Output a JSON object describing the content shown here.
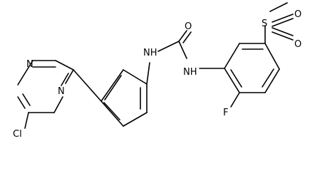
{
  "molecule": {
    "atom_labels": {
      "n_ring_top": "N",
      "n_ring_bottom": "N",
      "cl": "Cl",
      "nh_left": "NH",
      "o_carbonyl": "O",
      "nh_right": "NH",
      "f": "F",
      "s": "S",
      "o_sulfonyl_top": "O",
      "o_sulfonyl_bottom": "O"
    },
    "colors": {
      "bond": "#000000",
      "label": "#000000",
      "background": "#ffffff"
    }
  }
}
